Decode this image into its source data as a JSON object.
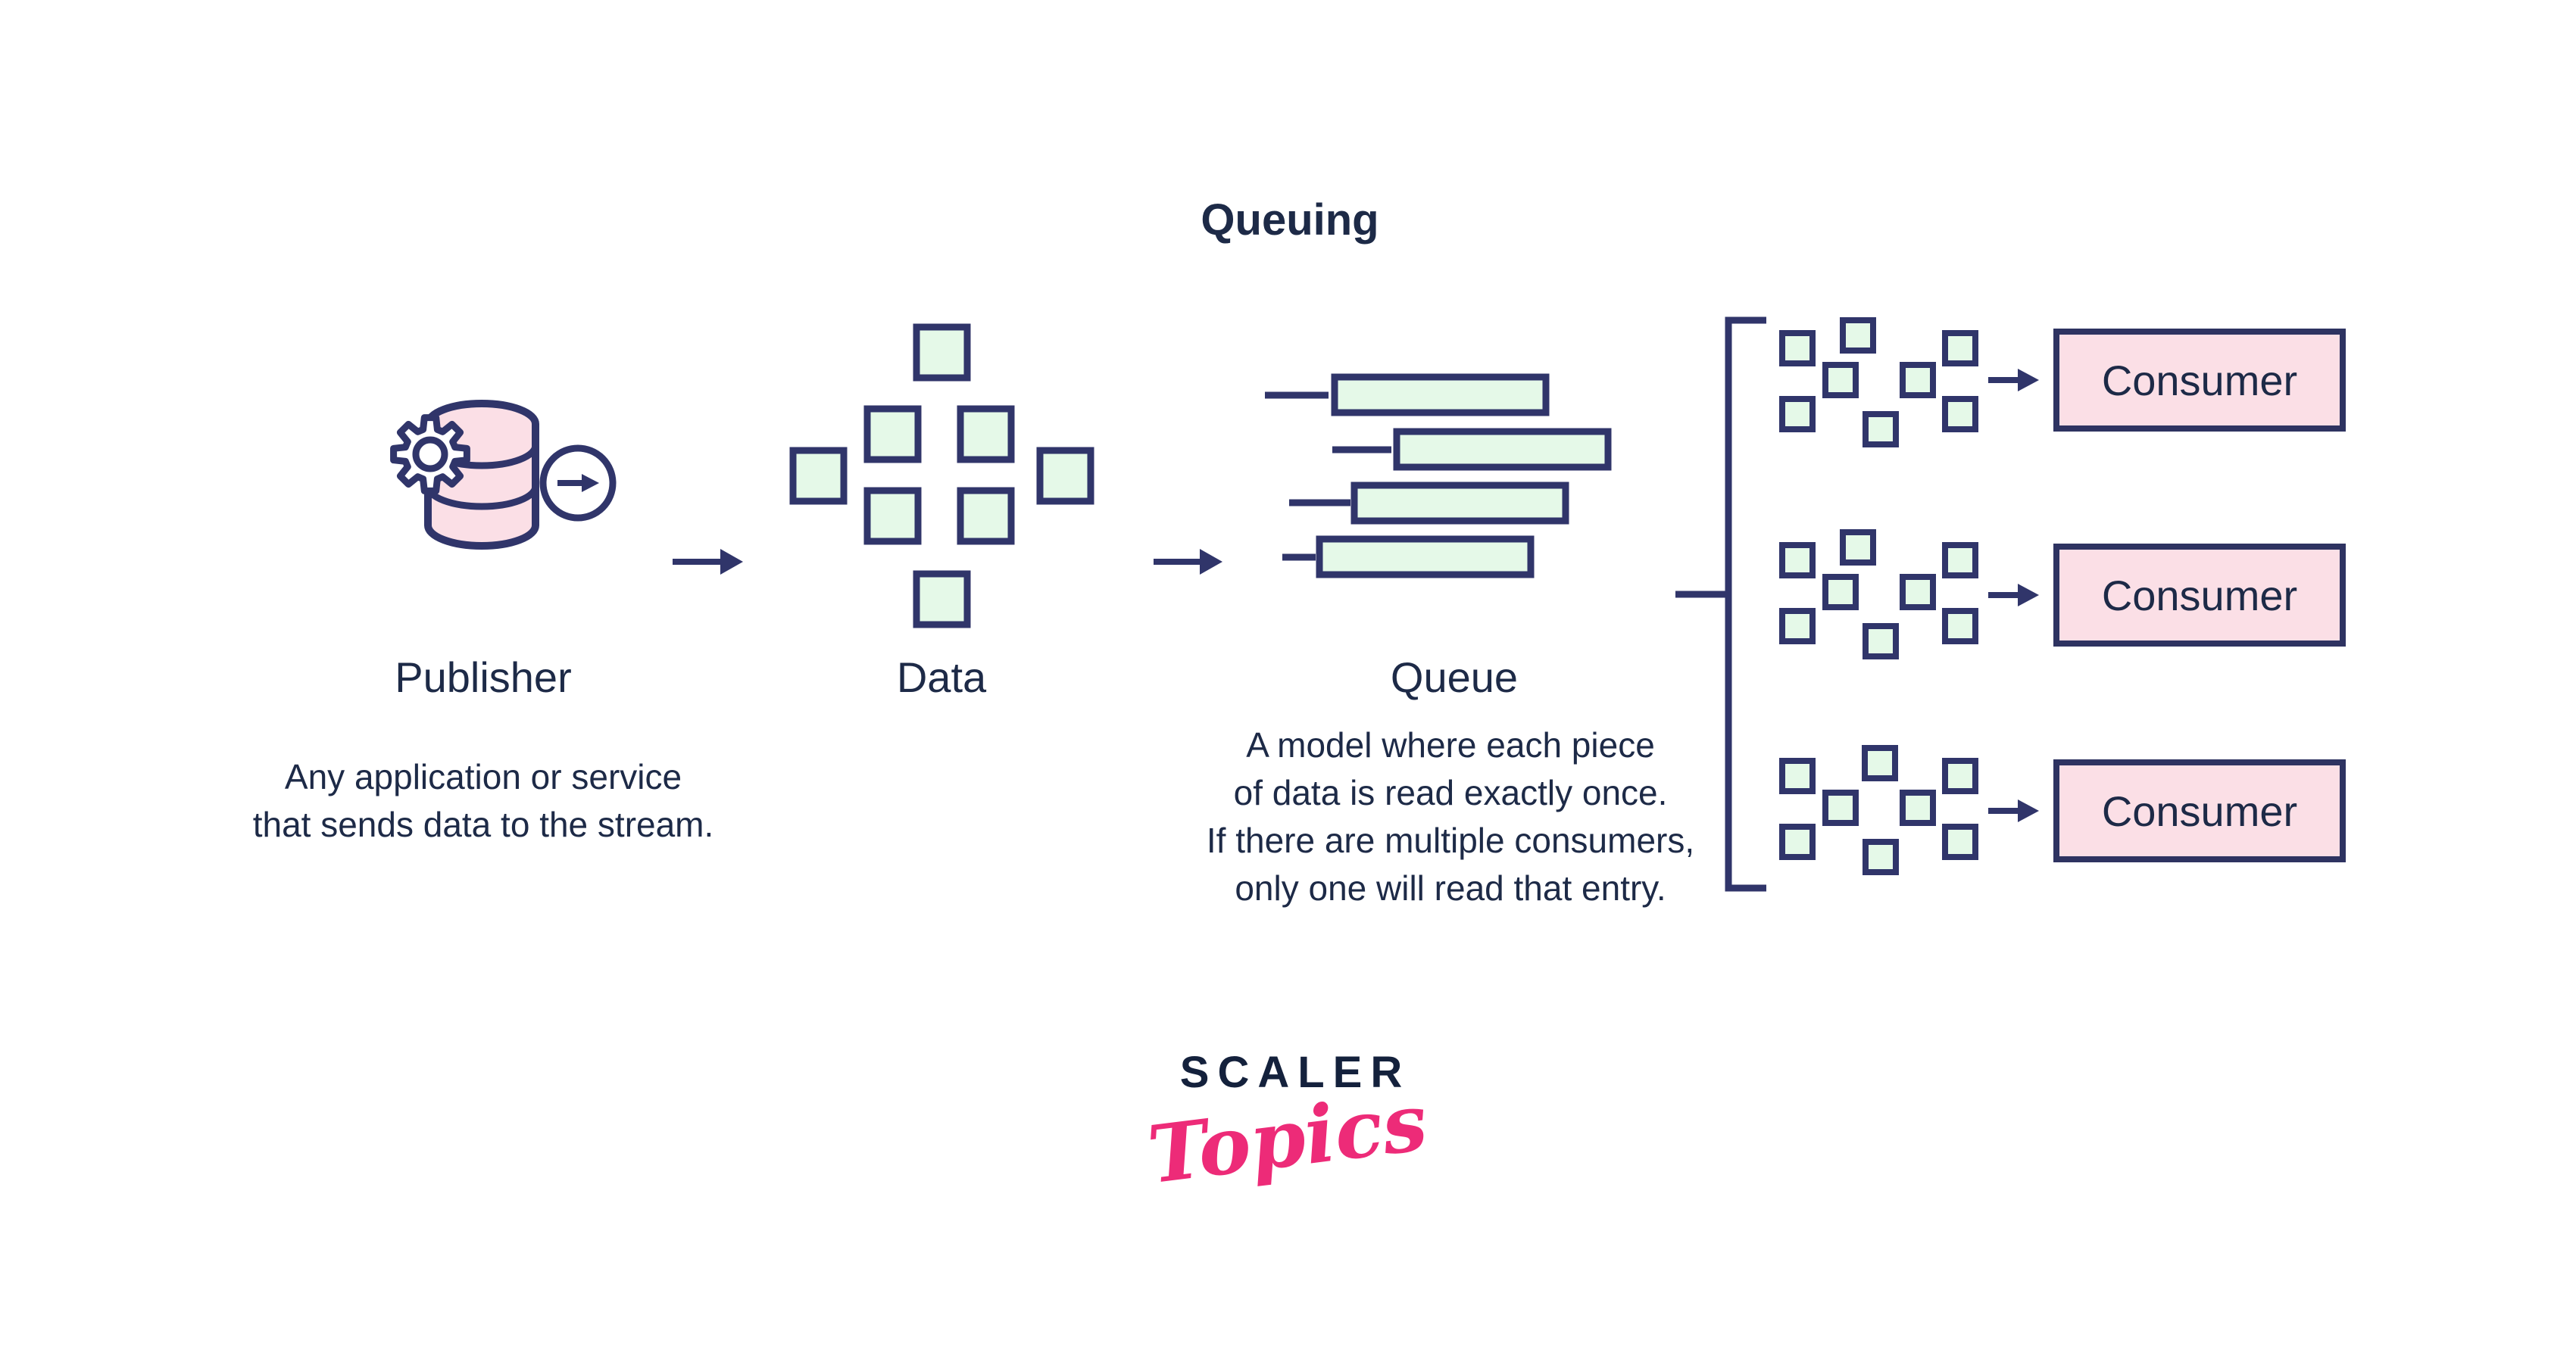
{
  "title": "Queuing",
  "publisher": {
    "label": "Publisher",
    "description_lines": [
      "Any application or service",
      "that sends data to the stream."
    ]
  },
  "data_group": {
    "label": "Data"
  },
  "queue": {
    "label": "Queue",
    "description_lines": [
      "A model where each piece",
      "of data is read exactly once.",
      "If there are multiple consumers,",
      "only one will read that entry."
    ]
  },
  "consumers": [
    {
      "label": "Consumer"
    },
    {
      "label": "Consumer"
    },
    {
      "label": "Consumer"
    }
  ],
  "icons": {
    "publisher": "database-gear-icon",
    "publisher_output": "circle-arrow-icon",
    "flow": "right-arrow-icon"
  },
  "logo": {
    "brand": "SCALER",
    "sub": "Topics"
  },
  "colors": {
    "stroke_navy": "#30356a",
    "text_navy": "#1d2a47",
    "mint_green": "#e5f9e8",
    "light_pink": "#fbdfe6",
    "logo_pink": "#ed2b78"
  }
}
